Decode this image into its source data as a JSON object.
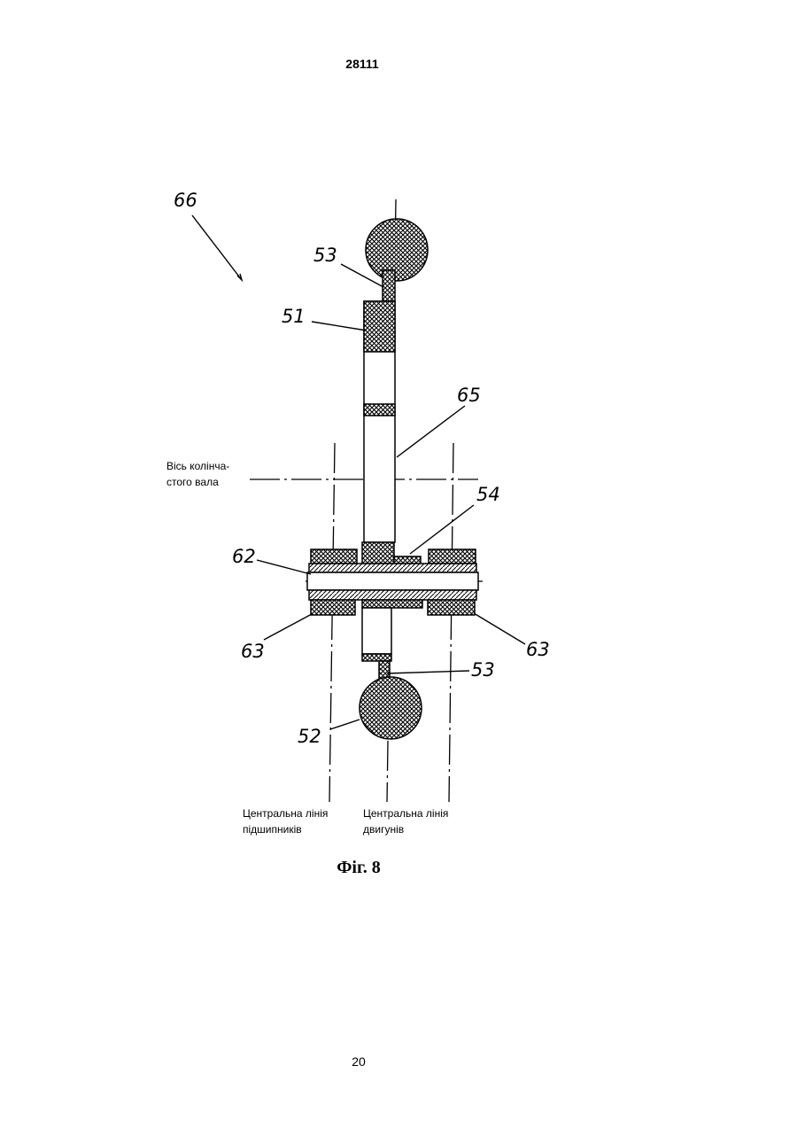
{
  "header": {
    "doc_number": "28111"
  },
  "figure": {
    "caption": "Фіг. 8",
    "axis_label": [
      "Вісь колінча-",
      "стого вала"
    ],
    "bearing_line_label": [
      "Центральна лінія",
      "підшипників"
    ],
    "engine_line_label": [
      "Центральна лінія",
      "двигунів"
    ],
    "refs": {
      "r66": "66",
      "r53_top": "53",
      "r51": "51",
      "r65": "65",
      "r54": "54",
      "r62": "62",
      "r63_left": "63",
      "r63_right": "63",
      "r53_bottom": "53",
      "r52": "52"
    }
  },
  "footer": {
    "page_number": "20"
  }
}
